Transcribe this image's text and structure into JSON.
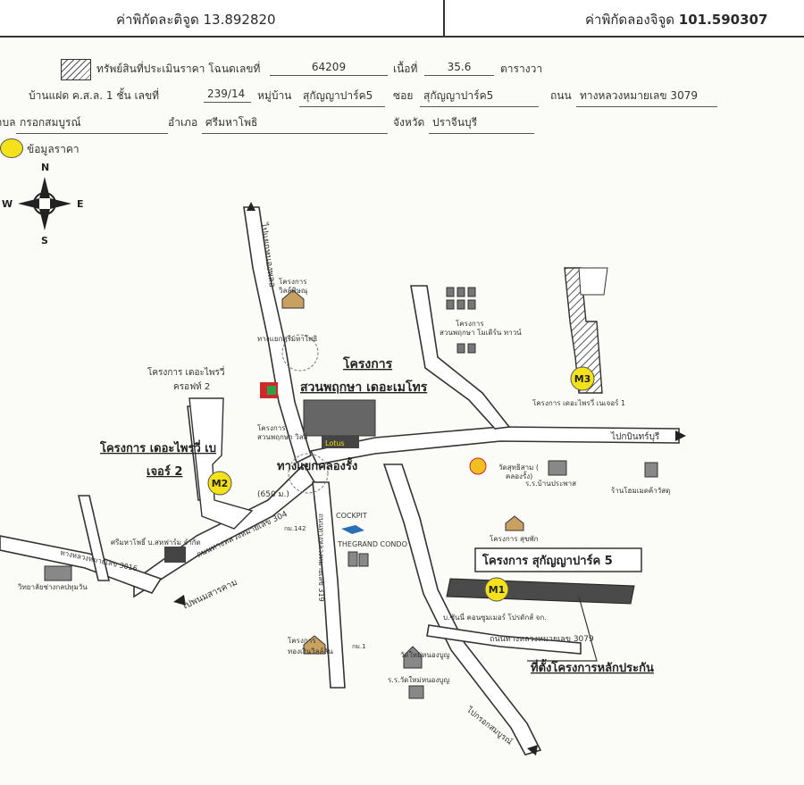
{
  "header": {
    "lat_label": "ค่าพิกัดละติจูด",
    "lat_value": "13.892820",
    "lon_label": "ค่าพิกัดลองจิจูด",
    "lon_value": "101.590307"
  },
  "info": {
    "asset_label": "ทรัพย์สินที่ประเมินราคา โฉนดเลขที่",
    "deed_no": "64209",
    "area_label": "เนื้อที่",
    "area_value": "35.6",
    "area_unit": "ตารางวา",
    "house_label": "บ้านแฝด ค.ส.ล. 1 ชั้น เลขที่",
    "house_no": "239/14",
    "village_label": "หมู่บ้าน",
    "village_value": "สุกัญญาปาร์ค5",
    "soi_label": "ซอย",
    "soi_value": "สุกัญญาปาร์ค5",
    "road_label": "ถนน",
    "road_value": "ทางหลวงหมายเลข 3079",
    "subdistrict_label": "ตำบล",
    "subdistrict_value": "กรอกสมบูรณ์",
    "district_label": "อำเภอ",
    "district_value": "ศรีมหาโพธิ",
    "province_label": "จังหวัด",
    "province_value": "ปราจีนบุรี",
    "price_legend": "ข้อมูลราคา"
  },
  "compass": {
    "n": "N",
    "s": "S",
    "e": "E",
    "w": "W"
  },
  "map": {
    "colors": {
      "road": "#ffffff",
      "road_edge": "#333333",
      "marker": "#f3e21a",
      "hatch": "#555555",
      "subject_block": "#4a4a4a"
    },
    "markers": {
      "m1": "M1",
      "m2": "M2",
      "m3": "M3"
    },
    "labels": {
      "north_road": "ไปแยกหนองพลอ",
      "proj_top_small_1": "โครงการ",
      "proj_top_small_2": "วิลล์พิษณุ",
      "junction_top": "ทางแยกศรีมหาโพธิ",
      "ville_proj_1": "โครงการ",
      "ville_proj_2": "สวนพฤกษา โมเดิร์น ทาวน์",
      "proj_bold_1": "โครงการ",
      "proj_bold_2": "สวนพฤกษา เดอะเมโทร",
      "pruksa_small_1": "โครงการ",
      "pruksa_small_2": "สวนพฤกษา วิลล์",
      "villa2_1": "โครงการ เดอะไพรวี่",
      "villa2_2": "ครอฟท์ 2",
      "proj_M2_1": "โครงการ เดอะไพรวี่ เบ",
      "proj_M2_2": "เจอร์ 2",
      "proj_M3": "โครงการ เดอะไพรวี่ เนเจอร์ 1",
      "to_kabin": "ไปกบินทร์บุรี",
      "junction_main": "ทางแยกคลองรั้ง",
      "dist": "(650 ม.)",
      "road_304": "ถนนทางหลวงหมายเลข 304",
      "to_bangkok": "ไปพนมสารคาม",
      "cockpit": "COCKPIT",
      "grand_condo": "THEGRAND CONDO",
      "road_vert": "ถนนทางหลวงหมายเลข 319",
      "wat_1": "วัดสุทธิสาม (",
      "wat_2": "คลองรั้ง)",
      "school_1": "ร.ร.บ้านประพาส",
      "shop": "ร้านโฮมเมดค้าวัสดุ",
      "proj_small_right": "โครงการ สุขพัก",
      "sukanya": "โครงการ สุกัญญาปาร์ค 5",
      "company": "บ.ซันนี่ คอนซูมเมอร์ โปรดักส์ จก.",
      "factory": "ศรีมหาโพธิ์ บ.สหฟาร์ม จำกัด",
      "road_3016": "ทางหลวงหมายเลข 3016",
      "college": "วิทยาลัยช่างกลปทุมวัน",
      "road_3079": "ถนนทางหลวงหมายเลข 3079",
      "collateral": "ที่ตั้งโครงการหลักประกัน",
      "wat_bottom": "วัดใหม่หนองบูญ",
      "school_bottom": "ร.ร.วัดใหม่หนองบูญ",
      "proj_bottom_1": "โครงการ",
      "proj_bottom_2": "ทองเงินวิลล์ลัน",
      "to_krok": "ไปกรอกสมบูรณ์",
      "km_small": "กม.1",
      "km_small2": "กม.142"
    }
  }
}
